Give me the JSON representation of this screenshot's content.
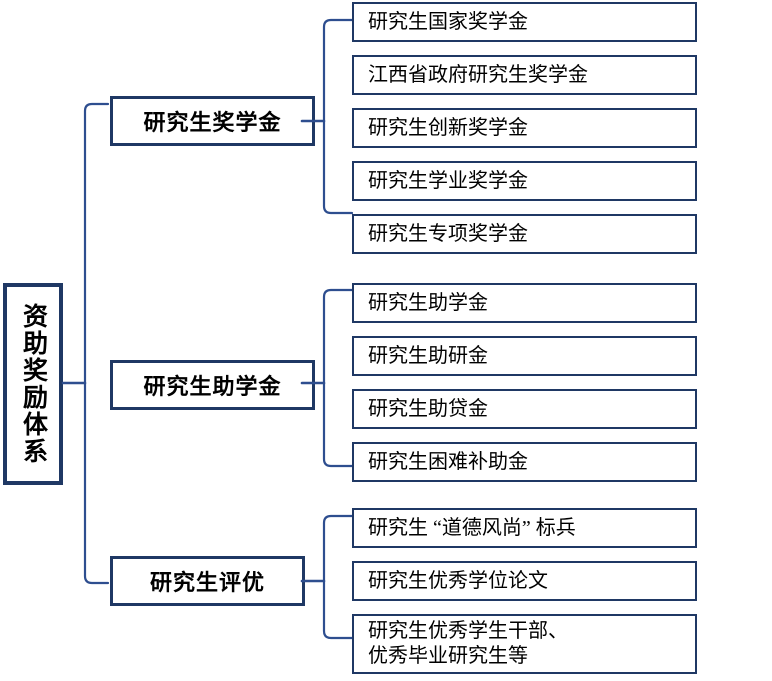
{
  "diagram": {
    "title": "资助奖励体系",
    "type": "bracket-tree",
    "colors": {
      "border": "#1F3864",
      "connector": "#2E4E8F",
      "fill": "#FFFFFF",
      "text": "#000000"
    },
    "root": {
      "label": "资助奖励体系",
      "orientation": "vertical"
    },
    "branches": [
      {
        "label": "研究生奖学金",
        "leaves": [
          {
            "label": "研究生国家奖学金"
          },
          {
            "label": "江西省政府研究生奖学金"
          },
          {
            "label": "研究生创新奖学金"
          },
          {
            "label": "研究生学业奖学金"
          },
          {
            "label": "研究生专项奖学金"
          }
        ]
      },
      {
        "label": "研究生助学金",
        "leaves": [
          {
            "label": "研究生助学金"
          },
          {
            "label": "研究生助研金"
          },
          {
            "label": "研究生助贷金"
          },
          {
            "label": "研究生困难补助金"
          }
        ]
      },
      {
        "label": "研究生评优",
        "leaves": [
          {
            "label": "研究生 “道德风尚” 标兵"
          },
          {
            "label": "研究生优秀学位论文"
          },
          {
            "label": "研究生优秀学生干部、\n优秀毕业研究生等"
          }
        ]
      }
    ]
  }
}
